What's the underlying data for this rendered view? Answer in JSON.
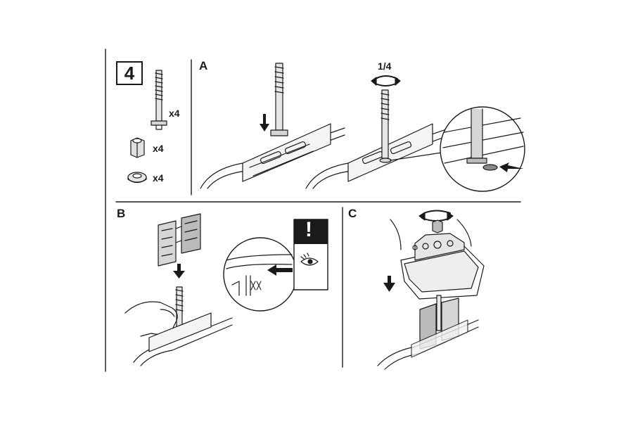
{
  "step": {
    "number": "4"
  },
  "parts": [
    {
      "name": "bolt",
      "icon": "t-bolt-icon",
      "qty": "x4"
    },
    {
      "name": "nut",
      "icon": "hex-nut-icon",
      "qty": "x4"
    },
    {
      "name": "washer",
      "icon": "washer-icon",
      "qty": "x4"
    }
  ],
  "panels": {
    "a": {
      "label": "A",
      "rotation": "1/4"
    },
    "b": {
      "label": "B",
      "warning": "!"
    },
    "c": {
      "label": "C"
    }
  },
  "colors": {
    "line": "#1a1a1a",
    "fill": "#ffffff",
    "shade": "#d6d6d6",
    "dark": "#8a8a8a"
  }
}
